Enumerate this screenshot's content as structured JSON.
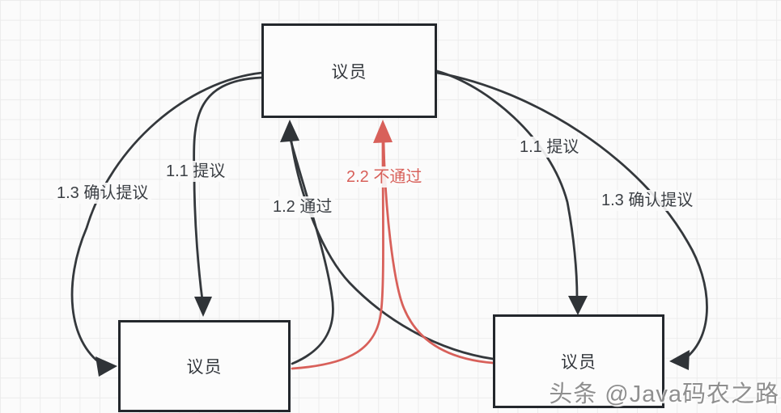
{
  "diagram": {
    "nodes": {
      "top": {
        "label": "议员"
      },
      "bottom_left": {
        "label": "议员"
      },
      "bottom_right": {
        "label": "议员"
      }
    },
    "edge_labels": {
      "propose_left": "1.1 提议",
      "propose_right": "1.1 提议",
      "pass": "1.2 通过",
      "confirm_left": "1.3 确认提议",
      "confirm_right": "1.3 确认提议",
      "reject": "2.2 不通过"
    },
    "colors": {
      "edge": "#34383c",
      "reject_edge": "#d8605a",
      "node_border": "#23272c",
      "node_fill": "#fcfcfc",
      "label_text": "#3b3f44",
      "background": "#fbfbfb",
      "grid_line": "#ececec",
      "watermark_text": "#8f8f8f"
    }
  },
  "watermark": {
    "text": "头条 @Java码农之路"
  }
}
